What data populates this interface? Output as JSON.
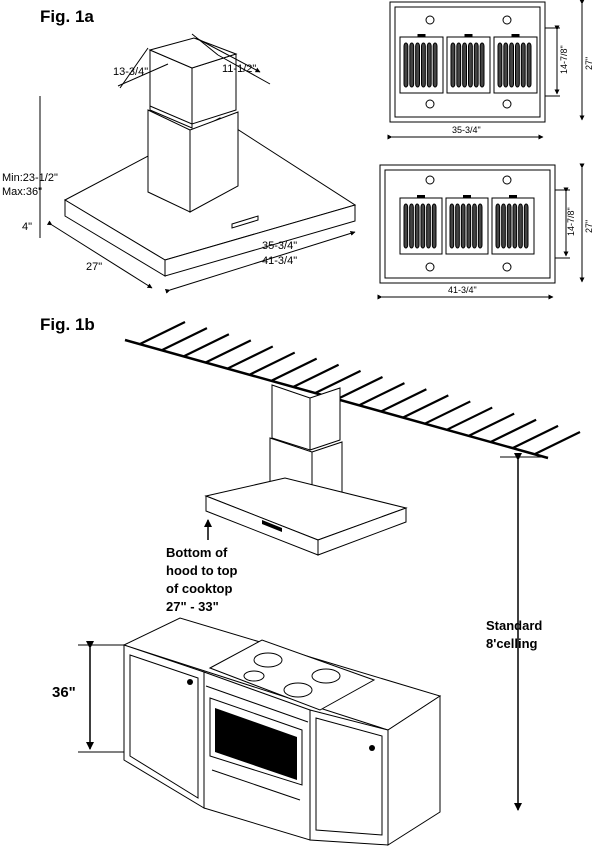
{
  "fig_1a": {
    "title": "Fig. 1a",
    "iso_labels": {
      "chimney_depth": "13-3/4\"",
      "chimney_width": "11-1/2\"",
      "height_range_min": "Min:23-1/2\"",
      "height_range_max": "Max:36\"",
      "canopy_thickness": "4\"",
      "depth": "27\"",
      "width_small": "35-3/4\"",
      "width_large": "41-3/4\""
    },
    "top_view_small": {
      "width": "35-3/4\"",
      "filter_depth": "14-7/8\"",
      "depth": "27\""
    },
    "top_view_large": {
      "width": "41-3/4\"",
      "filter_depth": "14-7/8\"",
      "depth": "27\""
    }
  },
  "fig_1b": {
    "title": "Fig. 1b",
    "bottom_note_line1": "Bottom of",
    "bottom_note_line2": "hood to top",
    "bottom_note_line3": "of cooktop",
    "bottom_note_line4": "27\" - 33\"",
    "ceiling_line1": "Standard",
    "ceiling_line2": "8'celling",
    "counter_height": "36\""
  }
}
